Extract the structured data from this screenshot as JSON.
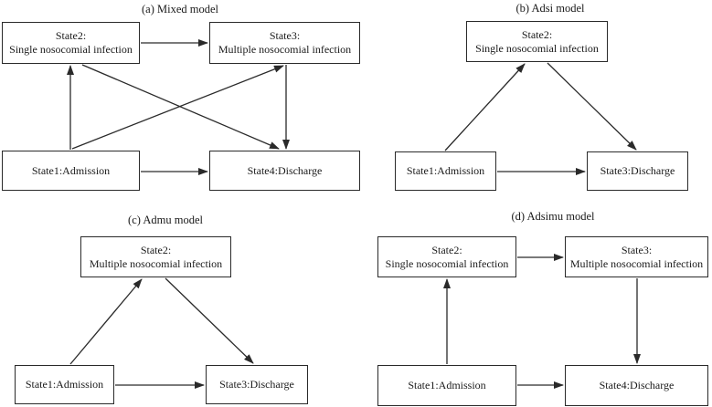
{
  "colors": {
    "line": "#2a2a2a",
    "text": "#1a1a1a",
    "background": "#ffffff"
  },
  "panels": {
    "a": {
      "title": "(a) Mixed model",
      "states": {
        "state1": {
          "line1": "State1:Admission"
        },
        "state2": {
          "line1": "State2:",
          "line2": "Single nosocomial infection"
        },
        "state3": {
          "line1": "State3:",
          "line2": "Multiple nosocomial infection"
        },
        "state4": {
          "line1": "State4:Discharge"
        }
      },
      "transitions": [
        "State1→State2",
        "State1→State3",
        "State1→State4",
        "State2→State3",
        "State2→State4",
        "State3→State4"
      ]
    },
    "b": {
      "title": "(b) Adsi model",
      "states": {
        "state1": {
          "line1": "State1:Admission"
        },
        "state2": {
          "line1": "State2:",
          "line2": "Single nosocomial infection"
        },
        "state3": {
          "line1": "State3:Discharge"
        }
      },
      "transitions": [
        "State1→State2",
        "State1→State3",
        "State2→State3"
      ]
    },
    "c": {
      "title": "(c) Admu model",
      "states": {
        "state1": {
          "line1": "State1:Admission"
        },
        "state2": {
          "line1": "State2:",
          "line2": "Multiple nosocomial infection"
        },
        "state3": {
          "line1": "State3:Discharge"
        }
      },
      "transitions": [
        "State1→State2",
        "State1→State3",
        "State2→State3"
      ]
    },
    "d": {
      "title": "(d) Adsimu model",
      "states": {
        "state1": {
          "line1": "State1:Admission"
        },
        "state2": {
          "line1": "State2:",
          "line2": "Single nosocomial infection"
        },
        "state3": {
          "line1": "State3:",
          "line2": "Multiple nosocomial infection"
        },
        "state4": {
          "line1": "State4:Discharge"
        }
      },
      "transitions": [
        "State1→State2",
        "State2→State3",
        "State3→State4",
        "State1→State4"
      ]
    }
  }
}
